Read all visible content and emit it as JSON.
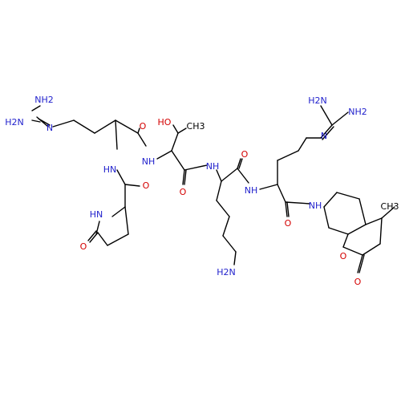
{
  "colors": {
    "bond": "#000000",
    "nitrogen": "#1f1fcc",
    "oxygen": "#d40000",
    "carbon": "#000000"
  },
  "atom_labels": [
    {
      "id": "nh2-top-left-1",
      "text": "NH2",
      "color": "nitrogen"
    },
    {
      "id": "h2n-top-left-2",
      "text": "H2N",
      "color": "nitrogen"
    },
    {
      "id": "n-imine-left",
      "text": "N",
      "color": "nitrogen"
    },
    {
      "id": "o-arg1-carbonyl",
      "text": "O",
      "color": "oxygen"
    },
    {
      "id": "hn-arg1-amide",
      "text": "HN",
      "color": "nitrogen"
    },
    {
      "id": "o-pyroglu-carbonyl",
      "text": "O",
      "color": "oxygen"
    },
    {
      "id": "hn-pyroglu-ring",
      "text": "HN",
      "color": "nitrogen"
    },
    {
      "id": "o-pyroglu-lactam",
      "text": "O",
      "color": "oxygen"
    },
    {
      "id": "ho-thr",
      "text": "HO",
      "color": "oxygen"
    },
    {
      "id": "ch3-thr",
      "text": "CH3",
      "color": "carbon"
    },
    {
      "id": "nh-thr-amide",
      "text": "NH",
      "color": "nitrogen"
    },
    {
      "id": "o-thr-carbonyl",
      "text": "O",
      "color": "oxygen"
    },
    {
      "id": "nh-lys-amide",
      "text": "NH",
      "color": "nitrogen"
    },
    {
      "id": "o-lys-carbonyl",
      "text": "O",
      "color": "oxygen"
    },
    {
      "id": "h2n-lys-side",
      "text": "H2N",
      "color": "nitrogen"
    },
    {
      "id": "h2n-top-right-1",
      "text": "H2N",
      "color": "nitrogen"
    },
    {
      "id": "nh2-top-right-2",
      "text": "NH2",
      "color": "nitrogen"
    },
    {
      "id": "n-imine-right",
      "text": "N",
      "color": "nitrogen"
    },
    {
      "id": "nh-arg2-amide",
      "text": "NH",
      "color": "nitrogen"
    },
    {
      "id": "o-arg2-carbonyl",
      "text": "O",
      "color": "oxygen"
    },
    {
      "id": "nh-amc-amide",
      "text": "NH",
      "color": "nitrogen"
    },
    {
      "id": "o-coumarin-ring",
      "text": "O",
      "color": "oxygen"
    },
    {
      "id": "o-coumarin-carbonyl",
      "text": "O",
      "color": "oxygen"
    },
    {
      "id": "ch3-coumarin",
      "text": "CH3",
      "color": "carbon"
    }
  ]
}
